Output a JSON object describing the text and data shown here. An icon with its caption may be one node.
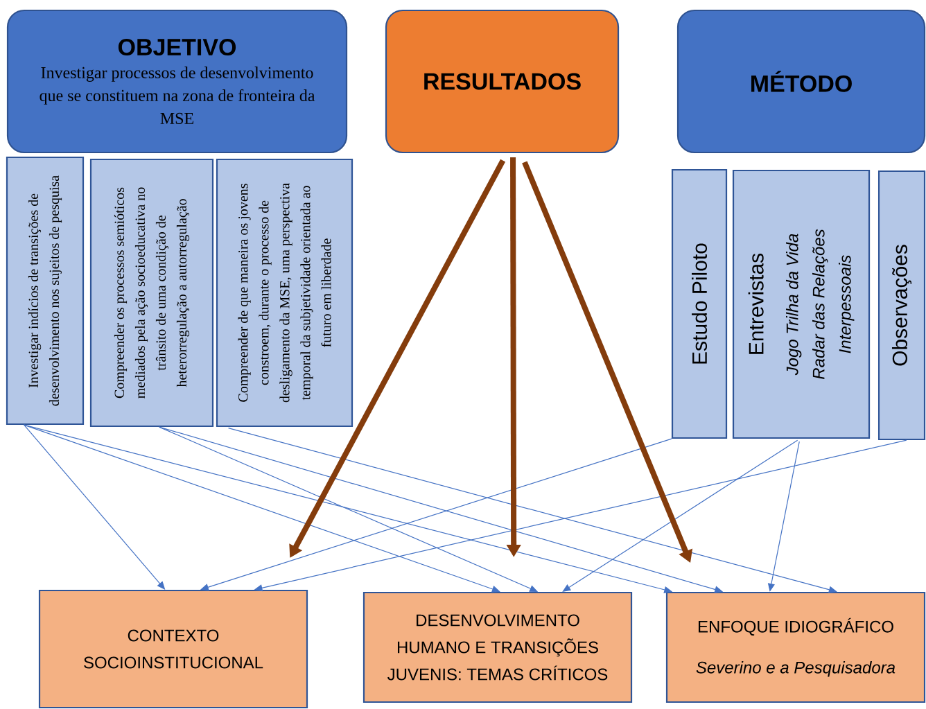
{
  "diagram": {
    "nodes": [
      {
        "text": [
          "OBJETIVO",
          "Investigar processos de desenvolvimento que se constituem na zona de fronteira da MSE"
        ]
      },
      {
        "text": [
          "RESULTADOS"
        ]
      },
      {
        "text": [
          "MÉTODO"
        ]
      },
      {
        "text": [
          "Investigar indícios de transições de desenvolvimento nos sujeitos de pesquisa"
        ]
      },
      {
        "text": [
          "Compreender os processos semióticos mediados pela ação socioeducativa no trânsito de uma condição de heterorregulação a autorregulação"
        ]
      },
      {
        "text": [
          "Compreender de que maneira os jovens constroem, durante o processo de desligamento da MSE, uma perspectiva temporal da subjetividade orientada ao futuro em liberdade"
        ]
      },
      {
        "text": [
          "Estudo Piloto"
        ]
      },
      {
        "text": [
          "Entrevistas",
          "Jogo Trilha da Vida",
          "Radar das Relações Interpessoais"
        ]
      },
      {
        "text": [
          "Observações"
        ]
      },
      {
        "text": [
          "CONTEXTO SOCIOINSTITUCIONAL"
        ]
      },
      {
        "text": [
          "DESENVOLVIMENTO HUMANO E TRANSIÇÕES JUVENIS: TEMAS CRÍTICOS"
        ]
      },
      {
        "text": [
          "ENFOQUE IDIOGRÁFICO",
          "Severino e a Pesquisadora"
        ]
      }
    ],
    "edges": [
      {
        "from": 3,
        "to": 9,
        "arrow": "to"
      },
      {
        "from": 3,
        "to": 10,
        "arrow": "to"
      },
      {
        "from": 3,
        "to": 11,
        "arrow": "to"
      },
      {
        "from": 4,
        "to": 10,
        "arrow": "to"
      },
      {
        "from": 4,
        "to": 11,
        "arrow": "to"
      },
      {
        "from": 5,
        "to": 11,
        "arrow": "to"
      },
      {
        "from": 6,
        "to": 9,
        "arrow": "to"
      },
      {
        "from": 7,
        "to": 10,
        "arrow": "to"
      },
      {
        "from": 7,
        "to": 11,
        "arrow": "to"
      },
      {
        "from": 8,
        "to": 9,
        "arrow": "to"
      },
      {
        "from": 1,
        "to": 9,
        "arrow": "to",
        "style": "thick",
        "color": "#843c0c"
      },
      {
        "from": 1,
        "to": 10,
        "arrow": "to",
        "style": "thick",
        "color": "#843c0c"
      },
      {
        "from": 1,
        "to": 11,
        "arrow": "to",
        "style": "thick",
        "color": "#843c0c"
      }
    ]
  }
}
